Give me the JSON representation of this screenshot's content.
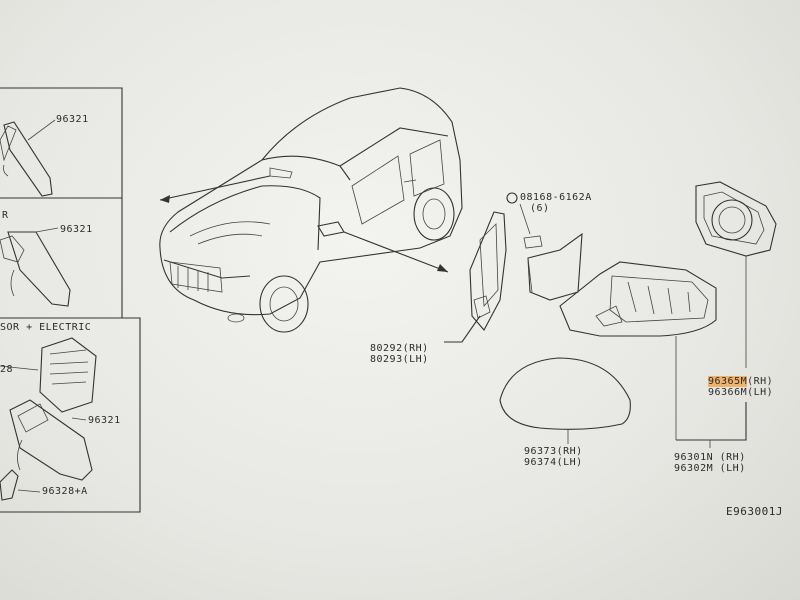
{
  "labels": {
    "p96321_a": "96321",
    "p96321_b": "96321",
    "p96321_c": "96321",
    "sensor_electric": "SOR + ELECTRIC",
    "left_r": "R",
    "left_28": "28",
    "p96328a": "96328+A",
    "screw": "08168-6162A",
    "screw_qty": "(6)",
    "p80292": "80292(RH)",
    "p80293": "80293(LH)",
    "p96373": "96373(RH)",
    "p96374": "96374(LH)",
    "p96365_code": "96365M",
    "p96365_side": "(RH)",
    "p96366": "96366M(LH)",
    "p96301": "96301N (RH)",
    "p96302": "96302M (LH)",
    "diagram_code": "E963001J"
  },
  "colors": {
    "highlight": "#f0b16a",
    "ink": "#333333"
  }
}
